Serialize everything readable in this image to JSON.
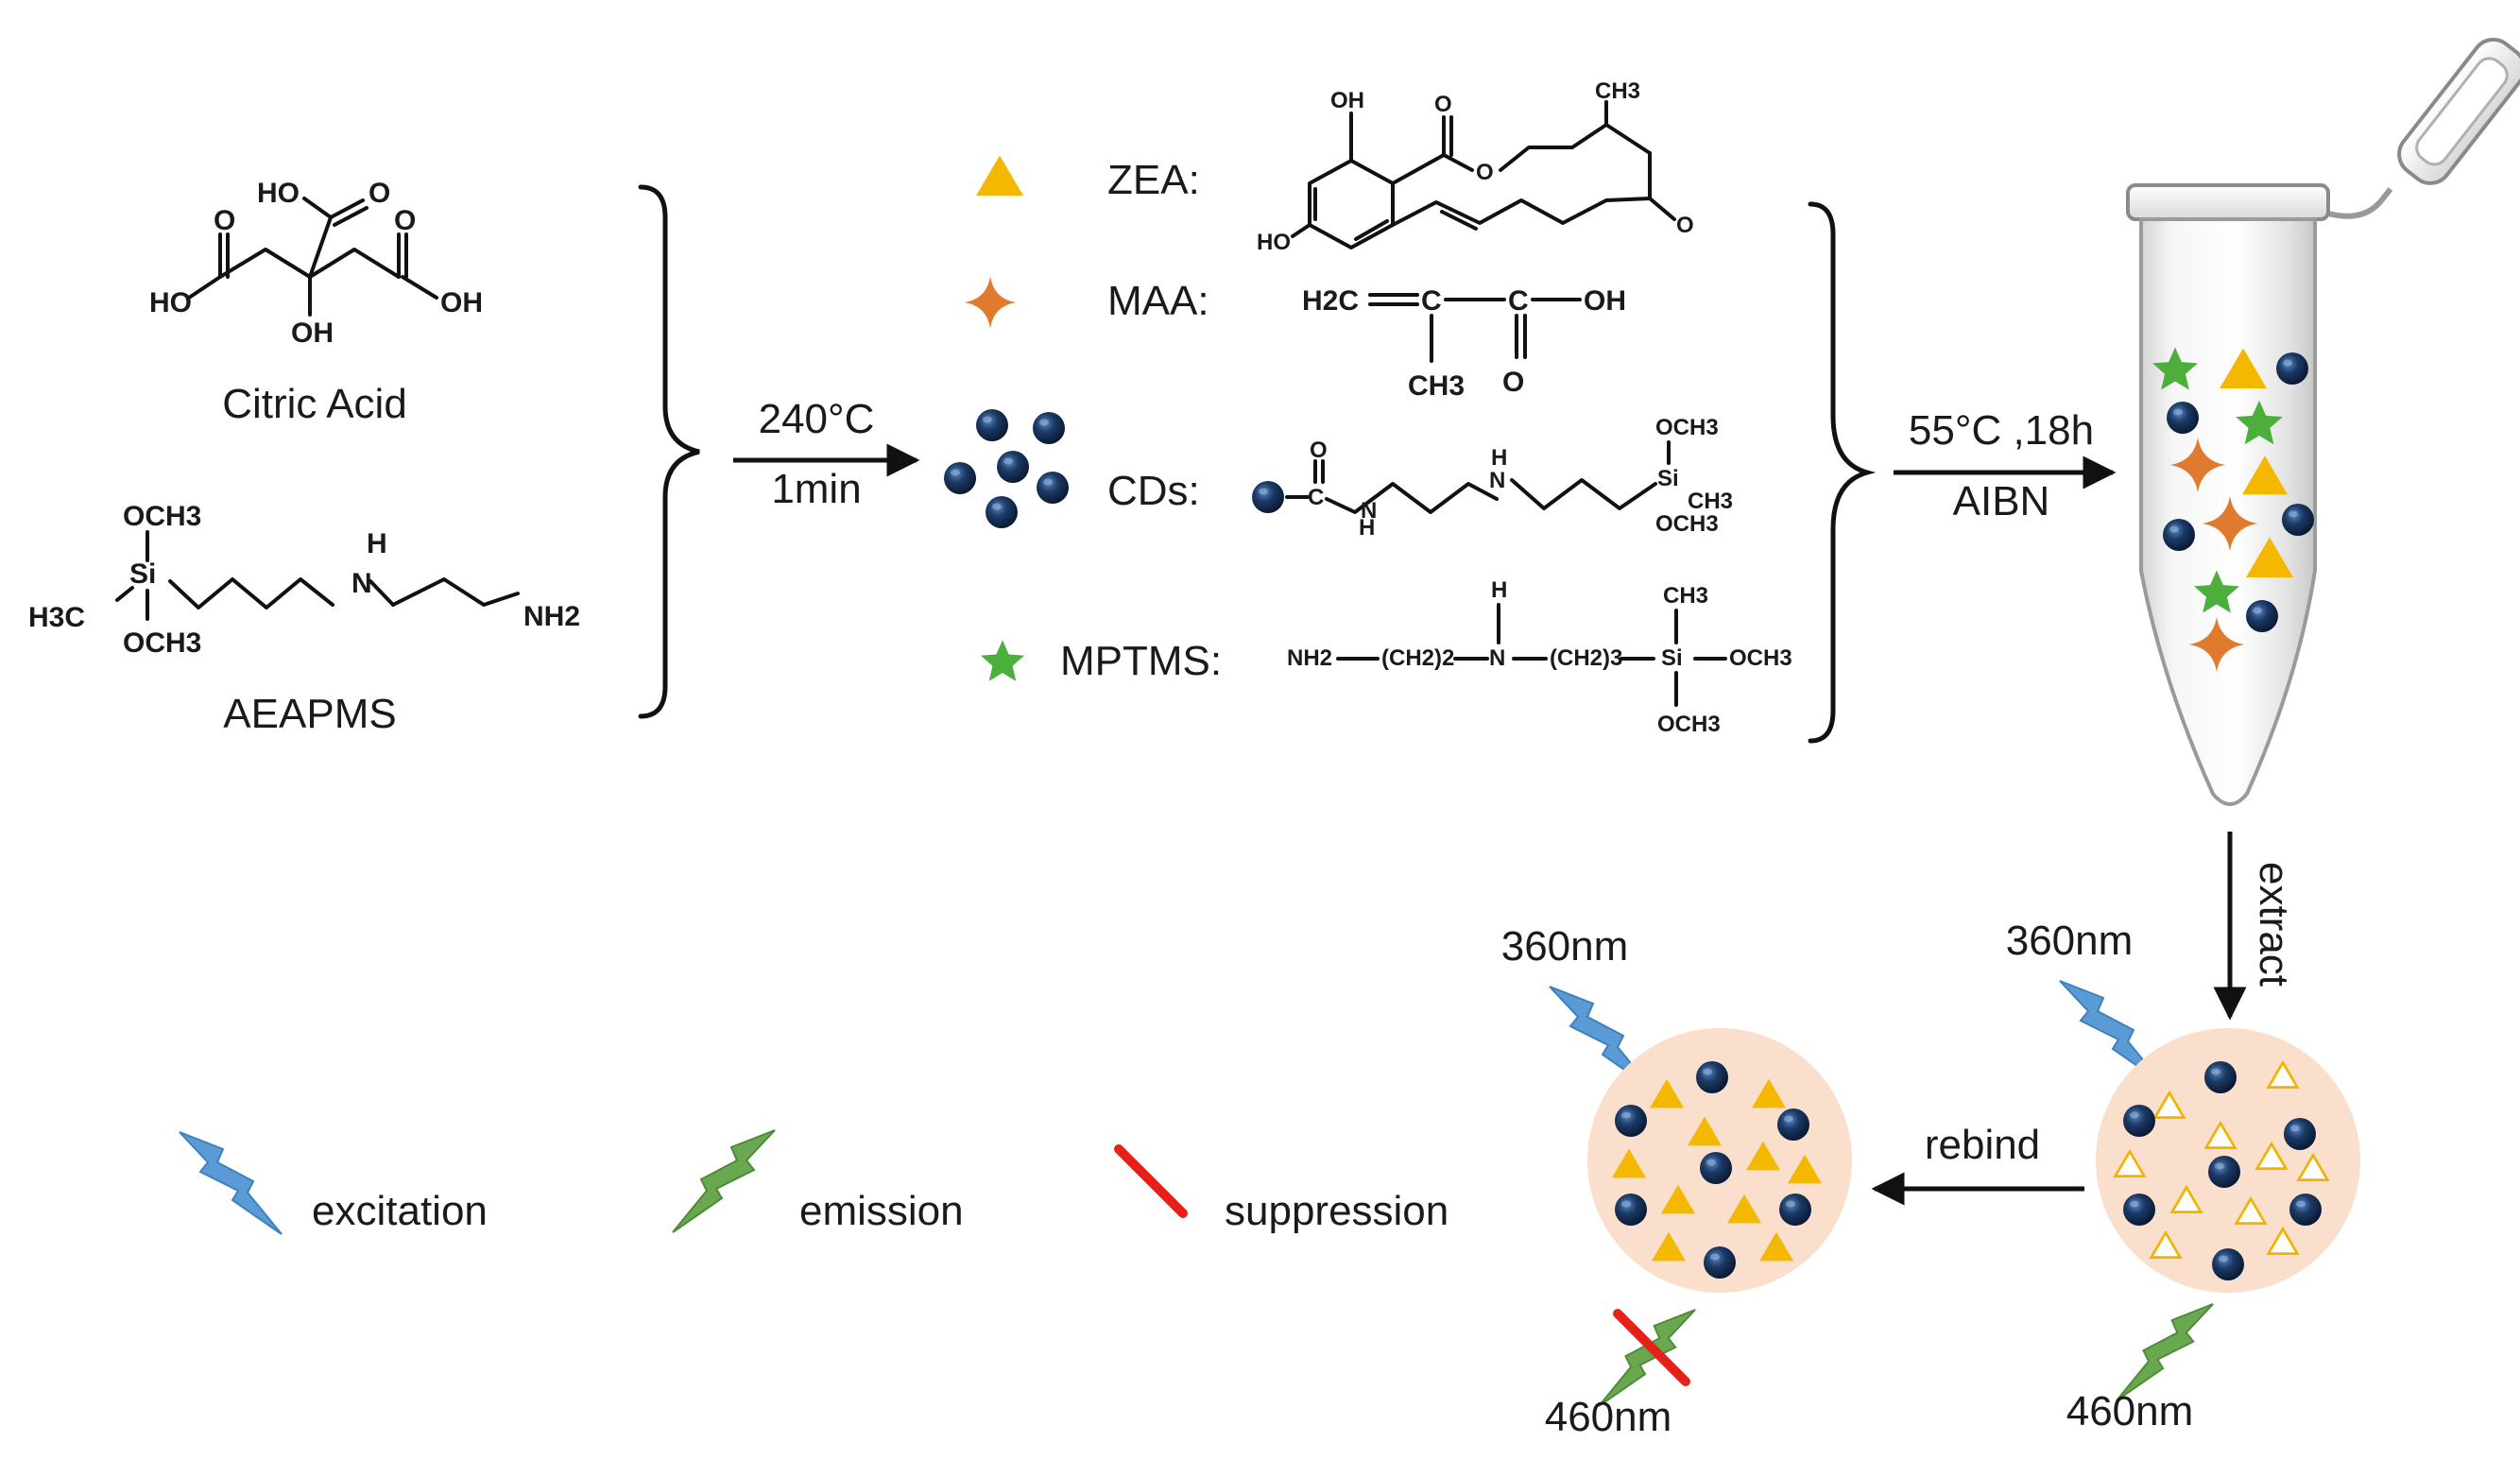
{
  "reagents": {
    "citric_acid": {
      "name": "Citric Acid",
      "groups": {
        "ho_top": "HO",
        "o_top": "O",
        "o_left": "O",
        "o_right": "O",
        "ho_left": "HO",
        "oh_right": "OH",
        "oh_center": "OH"
      }
    },
    "aeapms": {
      "name": "AEAPMS",
      "groups": {
        "och3_top": "OCH3",
        "si": "Si",
        "h3c": "H3C",
        "och3_bottom": "OCH3",
        "h": "H",
        "n": "N",
        "nh2": "NH2"
      }
    }
  },
  "step1": {
    "temperature": "240°C",
    "time": "1min"
  },
  "monomers": {
    "zea": {
      "label": "ZEA:",
      "groups": {
        "oh": "OH",
        "o_carbonyl": "O",
        "o_ring": "O",
        "ch3": "CH3",
        "ho": "HO",
        "o_ketone": "O"
      }
    },
    "maa": {
      "label": "MAA:",
      "groups": {
        "h2c": "H2C",
        "c1": "C",
        "c2": "C",
        "oh": "OH",
        "ch3": "CH3",
        "o": "O"
      }
    },
    "cds": {
      "label": "CDs:",
      "groups": {
        "o": "O",
        "c": "C",
        "h1": "H",
        "n1": "N",
        "h2": "H",
        "n2": "N",
        "och3_top": "OCH3",
        "si": "Si",
        "ch3": "CH3",
        "och3_bottom": "OCH3"
      }
    },
    "mptms": {
      "label": "MPTMS:",
      "groups": {
        "nh2": "NH2",
        "ch2_2": "(CH2)2",
        "h": "H",
        "n": "N",
        "ch2_3": "(CH2)3",
        "ch3": "CH3",
        "si": "Si",
        "och3_right": "OCH3",
        "och3_bottom": "OCH3"
      }
    }
  },
  "step2": {
    "condition": "55°C ,18h",
    "initiator": "AIBN"
  },
  "extract_label": "extract",
  "rebind_label": "rebind",
  "right_sphere": {
    "excitation": "360nm",
    "emission": "460nm"
  },
  "left_sphere": {
    "excitation": "360nm",
    "emission": "460nm"
  },
  "legend": {
    "excitation": "excitation",
    "emission": "emission",
    "suppression": "suppression"
  },
  "colors": {
    "zea": "#f5b800",
    "maa": "#e07a2f",
    "cd": "#1b3a66",
    "mptms": "#4caf3c",
    "excitation": "#5b9bd5",
    "emission": "#6aa84f",
    "suppression": "#e8201a",
    "sphere": "#f9dfcc"
  }
}
